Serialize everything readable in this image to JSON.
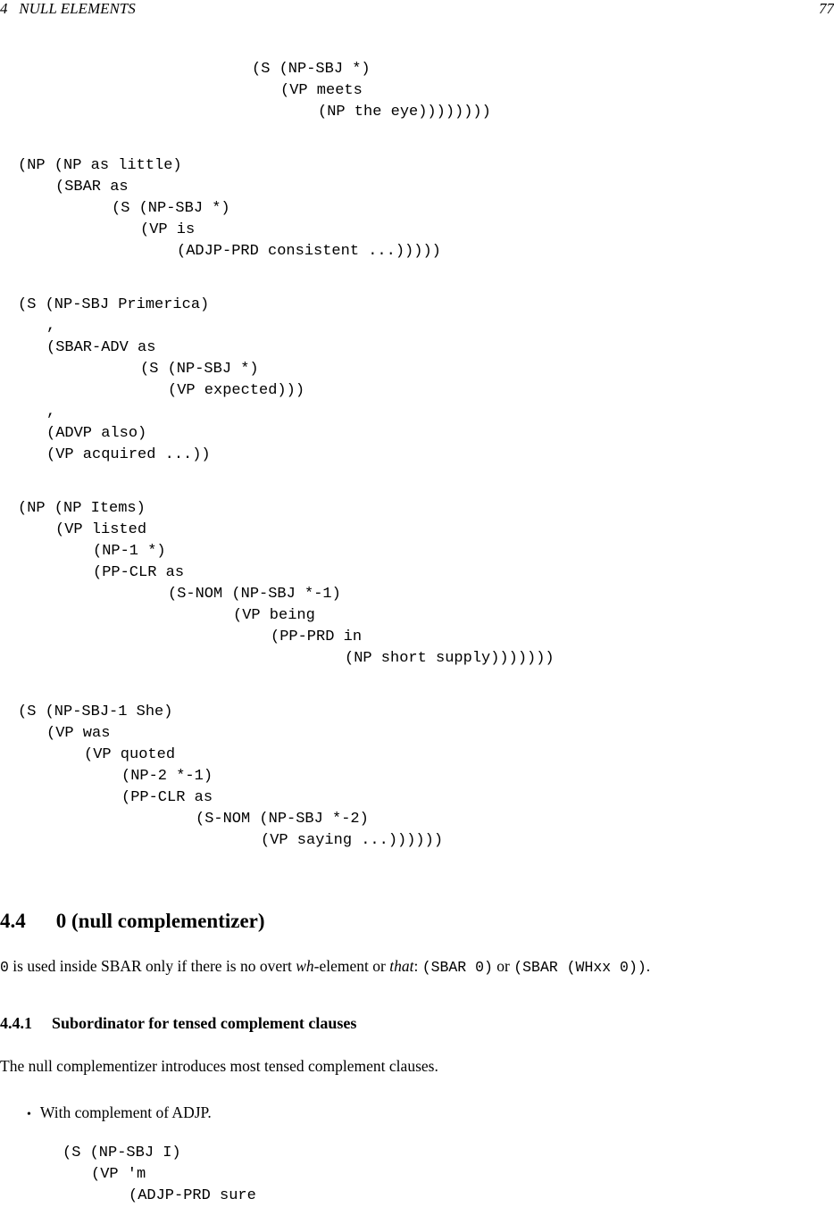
{
  "running_head": {
    "left": "4   NULL ELEMENTS",
    "page_number": "77"
  },
  "examples": [
    {
      "lines": [
        {
          "indent": 282,
          "text": "(S (NP-SBJ *)"
        },
        {
          "indent": 314,
          "text": "(VP meets"
        },
        {
          "indent": 356,
          "text": "(NP the eye))))))))"
        }
      ]
    },
    {
      "lines": [
        {
          "indent": 20,
          "text": "(NP (NP as little)"
        },
        {
          "indent": 62,
          "text": "(SBAR as"
        },
        {
          "indent": 125,
          "text": "(S (NP-SBJ *)"
        },
        {
          "indent": 157,
          "text": "(VP is"
        },
        {
          "indent": 198,
          "text": "(ADJP-PRD consistent ...)))))"
        }
      ]
    },
    {
      "lines": [
        {
          "indent": 20,
          "text": "(S (NP-SBJ Primerica)"
        },
        {
          "indent": 52,
          "text": ","
        },
        {
          "indent": 52,
          "text": "(SBAR-ADV as"
        },
        {
          "indent": 157,
          "text": "(S (NP-SBJ *)"
        },
        {
          "indent": 188,
          "text": "(VP expected)))"
        },
        {
          "indent": 52,
          "text": ","
        },
        {
          "indent": 52,
          "text": "(ADVP also)"
        },
        {
          "indent": 52,
          "text": "(VP acquired ...))"
        }
      ]
    },
    {
      "lines": [
        {
          "indent": 20,
          "text": "(NP (NP Items)"
        },
        {
          "indent": 62,
          "text": "(VP listed"
        },
        {
          "indent": 104,
          "text": "(NP-1 *)"
        },
        {
          "indent": 104,
          "text": "(PP-CLR as"
        },
        {
          "indent": 188,
          "text": "(S-NOM (NP-SBJ *-1)"
        },
        {
          "indent": 261,
          "text": "(VP being"
        },
        {
          "indent": 303,
          "text": "(PP-PRD in"
        },
        {
          "indent": 386,
          "text": "(NP short supply)))))))"
        }
      ]
    },
    {
      "lines": [
        {
          "indent": 20,
          "text": "(S (NP-SBJ-1 She)"
        },
        {
          "indent": 52,
          "text": "(VP was"
        },
        {
          "indent": 94,
          "text": "(VP quoted"
        },
        {
          "indent": 136,
          "text": "(NP-2 *-1)"
        },
        {
          "indent": 136,
          "text": "(PP-CLR as"
        },
        {
          "indent": 219,
          "text": "(S-NOM (NP-SBJ *-2)"
        },
        {
          "indent": 292,
          "text": "(VP saying ...))))))"
        }
      ]
    }
  ],
  "section": {
    "number": "4.4",
    "title": "0 (null complementizer)",
    "intro": {
      "code0": "0",
      "t1": " is used inside SBAR only if there is no overt ",
      "wh": "wh",
      "t2": "-element or ",
      "that": "that",
      "t3": ": ",
      "c1": "(SBAR 0)",
      "t4": " or ",
      "c2": "(SBAR (WHxx 0))",
      "t5": "."
    }
  },
  "subsection": {
    "number": "4.4.1",
    "title": "Subordinator for tensed complement clauses",
    "text": "The null complementizer introduces most tensed complement clauses."
  },
  "bullet": {
    "symbol": "•",
    "text": "With complement of ADJP."
  },
  "final_example": [
    {
      "indent": 70,
      "text": "(S (NP-SBJ I)"
    },
    {
      "indent": 102,
      "text": "(VP 'm"
    },
    {
      "indent": 144,
      "text": "(ADJP-PRD sure"
    }
  ]
}
